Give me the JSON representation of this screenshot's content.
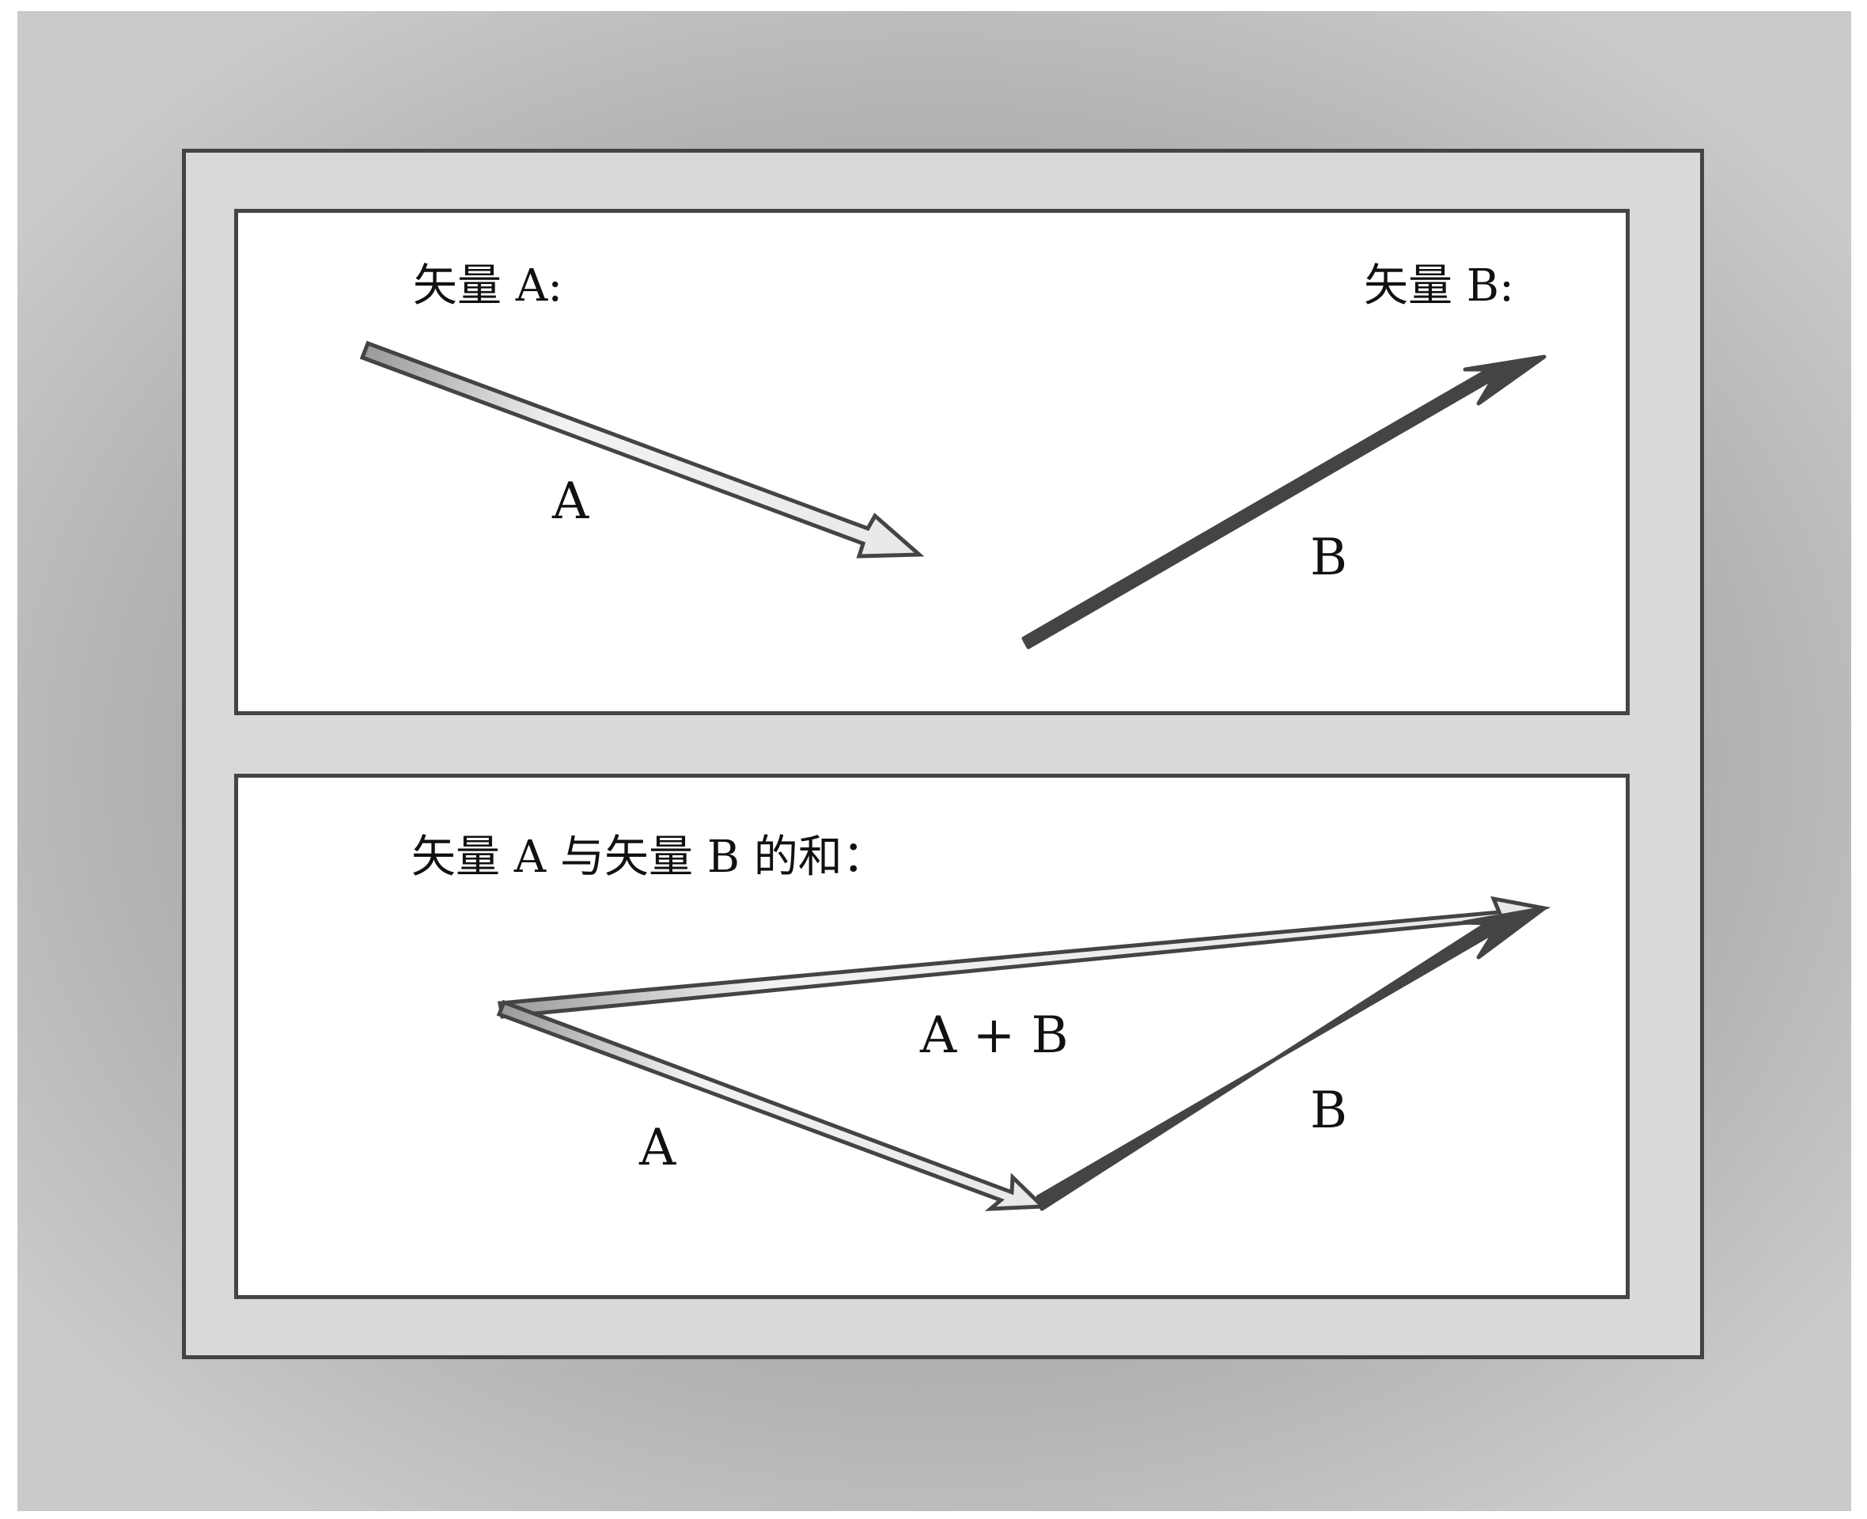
{
  "top_panel": {
    "title_a": "矢量 A:",
    "title_b": "矢量 B:",
    "vector_a_label": "A",
    "vector_b_label": "B"
  },
  "bottom_panel": {
    "title": "矢量 A 与矢量 B 的和：",
    "vector_a_label": "A",
    "vector_b_label": "B",
    "sum_label": "A + B"
  },
  "colors": {
    "outline": "#444444",
    "panel_bg": "#d9d9d9",
    "vector_b_fill": "#444444",
    "hollow_fill_light": "#f2f2f2",
    "hollow_fill_dark": "#9a9a9a"
  }
}
